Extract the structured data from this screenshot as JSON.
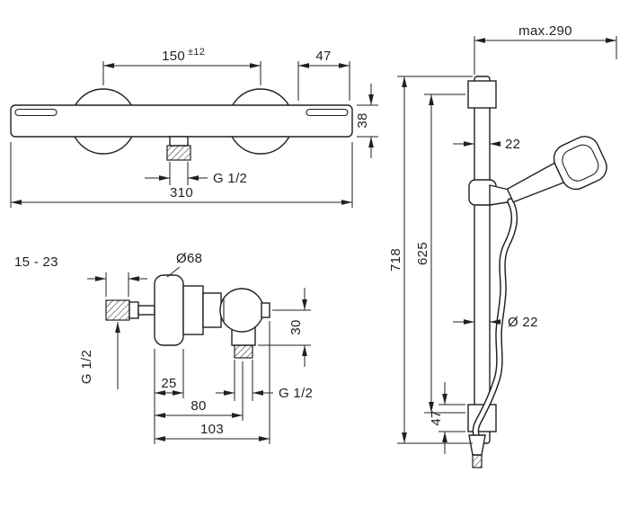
{
  "drawing": {
    "line_color": "#231f20",
    "background": "#ffffff"
  },
  "front_view": {
    "center_distance": "150",
    "center_distance_tolerance": "±12",
    "handle_length": "47",
    "body_height": "38",
    "outlet_thread": "G 1/2",
    "overall_width": "310"
  },
  "side_view": {
    "wall_distance_range": "15 - 23",
    "escutcheon_diameter": "Ø68",
    "inlet_thread": "G 1/2",
    "escutcheon_depth": "25",
    "handle_center_depth": "80",
    "overall_depth": "103",
    "outlet_drop": "30",
    "outlet_thread": "G 1/2"
  },
  "rail_view": {
    "max_reach": "max.290",
    "bracket_width": "22",
    "overall_height": "718",
    "bar_height": "625",
    "rail_diameter": "Ø 22",
    "bracket_height": "47"
  }
}
